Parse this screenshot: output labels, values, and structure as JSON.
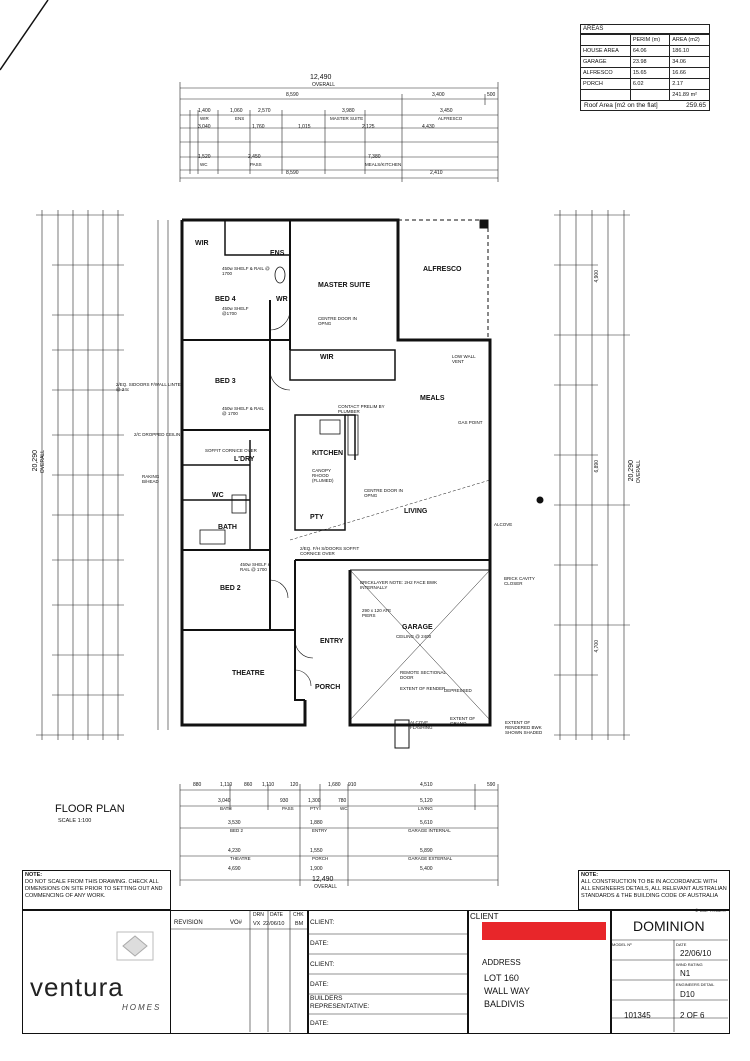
{
  "areas": {
    "title": "AREAS",
    "columns": [
      "",
      "PERIM (m)",
      "AREA (m2)"
    ],
    "rows": [
      [
        "HOUSE AREA",
        "64.06",
        "186.10"
      ],
      [
        "GARAGE",
        "23.98",
        "34.06"
      ],
      [
        "ALFRESCO",
        "15.65",
        "16.66"
      ],
      [
        "PORCH",
        "6.02",
        "2.17"
      ]
    ],
    "total": "241.89 m²",
    "roof_label": "Roof Area [m2 on the flat]",
    "roof_value": "259.65"
  },
  "dims": {
    "top_overall": "12,490",
    "top_overall_label": "OVERALL",
    "top_split": [
      "8,590",
      "3,400",
      "500"
    ],
    "row1": [
      "1,400",
      "1,060",
      "2,570",
      "3,980",
      "3,450"
    ],
    "row1_labels": [
      "WIR",
      "ENS",
      "MASTER SUITE",
      "ALFRESCO"
    ],
    "row2": [
      "3,040",
      "1,760",
      "1,015",
      "2,125",
      "4,430"
    ],
    "row3": [
      "1,520",
      "2,450",
      "7,380"
    ],
    "row3_labels": [
      "WC",
      "PASS",
      "MEALS/KITCHEN"
    ],
    "row4": [
      "8,590",
      "2,410"
    ],
    "left_overall": "20,290",
    "left_overall_label": "OVERALL",
    "right_overall": "20,290",
    "right_overall_label": "OVERALL",
    "right_split": [
      "4,900",
      "6,890",
      "4,700"
    ],
    "bottom_overall": "12,490",
    "bottom_overall_label": "OVERALL",
    "bottom_row1": [
      "880",
      "1,110",
      "860",
      "1,110",
      "120",
      "1,680",
      "910",
      "4,510",
      "590"
    ],
    "bottom_row2": [
      "3,040",
      "930",
      "1,300",
      "780",
      "5,120"
    ],
    "bottom_row2_labels": [
      "BATH",
      "PASS",
      "PTY",
      "WC",
      "LIVING"
    ],
    "bottom_row3": [
      "3,530",
      "1,880",
      "5,610"
    ],
    "bottom_row3_labels": [
      "BED 2",
      "ENTRY",
      "GARAGE INTERNAL"
    ],
    "bottom_row4": [
      "4,230",
      "1,550",
      "5,890"
    ],
    "bottom_row4_labels": [
      "THEATRE",
      "PORCH",
      "GARAGE EXTERNAL"
    ],
    "bottom_row5": [
      "4,690",
      "1,900",
      "5,400"
    ]
  },
  "rooms": {
    "wir": "WIR",
    "ens": "ENS",
    "master_suite": "MASTER SUITE",
    "alfresco": "ALFRESCO",
    "bed4": "BED 4",
    "wr": "WR",
    "wir2": "WIR",
    "bed3": "BED 3",
    "meals": "MEALS",
    "kitchen": "KITCHEN",
    "ldry": "L'DRY",
    "wc": "WC",
    "bath": "BATH",
    "living": "LIVING",
    "bed2": "BED 2",
    "garage": "GARAGE",
    "entry": "ENTRY",
    "theatre": "THEATRE",
    "porch": "PORCH",
    "pty": "PTY"
  },
  "notes": {
    "n1": "450w SHELF & RAIL @ 1700",
    "n2": "450w SHELF @1700",
    "n3": "450w SHELF & RAIL @ 1700",
    "n4": "450w SHELF & RAIL @ 1700",
    "n5": "CENTRE DOOR IN OPNG",
    "n6": "2/EQ. SIDOORS F/WALL LINTEL @ 24c",
    "n7": "2/C DROPPED CEILING",
    "n8": "SOFFIT CORNICE OVER",
    "n9": "RAKING B/HEAD",
    "n10": "BRICKLAYER NOTE: 2H2 FACE BWK INTERNALLY",
    "n11": "BRICK CAVITY CLOSER",
    "n12": "REMOTE SECTIONAL DOOR",
    "n13": "EXTENT OF RENDER",
    "n14": "ALCOVE FLASHING",
    "n15": "EXTENT OF RENDERED BWK SHOWN SHADED",
    "n16": "CONTACT PRELIM BY PLUMBER",
    "n17": "LOW WALL VENT",
    "n18": "CENTRE DOOR IN OPNG",
    "n19": "CANOPY RHOOD (FLUMED)",
    "n20": "2/EQ. F/H S/DOORS SOFFIT CORNICE OVER",
    "n21": "GAS POINT",
    "n22": "ALCOVE",
    "n23": "290 x 120 ATE PIERS",
    "n24": "CEILING @ 2400",
    "n25": "DEPRESSED",
    "n26": "EXTENT OF GRANO"
  },
  "plan_title": "FLOOR PLAN",
  "plan_scale": "SCALE 1:100",
  "titleblock": {
    "note_left_title": "NOTE:",
    "note_left": "DO NOT SCALE FROM THIS DRAWING. CHECK ALL DIMENSIONS ON SITE PRIOR TO SETTING OUT AND COMMENCING OF ANY WORK.",
    "note_right_title": "NOTE:",
    "note_right": "ALL CONSTRUCTION TO BE IN ACCORDANCE WITH ALL ENGINEERS DETAILS, ALL RELEVANT AUSTRALIAN STANDARDS & THE BUILDING CODE OF AUSTRALIA",
    "copyright": "© COPYRIGHT",
    "logo": "ventura",
    "logo_sub": "HOMES",
    "revision": "REVISION",
    "vo": "VO#",
    "drn": "DRN",
    "date": "DATE",
    "chk": "CHK",
    "rev_drn": "VX",
    "rev_date": "22/06/10",
    "rev_chk": "BM",
    "client1": "CLIENT:",
    "date1": "DATE:",
    "client2": "CLIENT:",
    "date2": "DATE:",
    "builders": "BUILDERS REPRESENTATIVE:",
    "date3": "DATE:",
    "client_label": "CLIENT",
    "address_label": "ADDRESS",
    "address1": "LOT 160",
    "address2": "WALL WAY",
    "address3": "BALDIVIS",
    "model_name": "DOMINION",
    "model_lbl": "MODEL Nº",
    "date_lbl": "DATE",
    "date_val": "22/06/10",
    "wind_lbl": "WIND RATING",
    "wind_val": "N1",
    "eng_lbl": "ENGINEERS DETAIL",
    "eng_val": "D10",
    "job_val": "101345",
    "page_val": "2 OF 6",
    "redact_color": "#e8262a"
  }
}
